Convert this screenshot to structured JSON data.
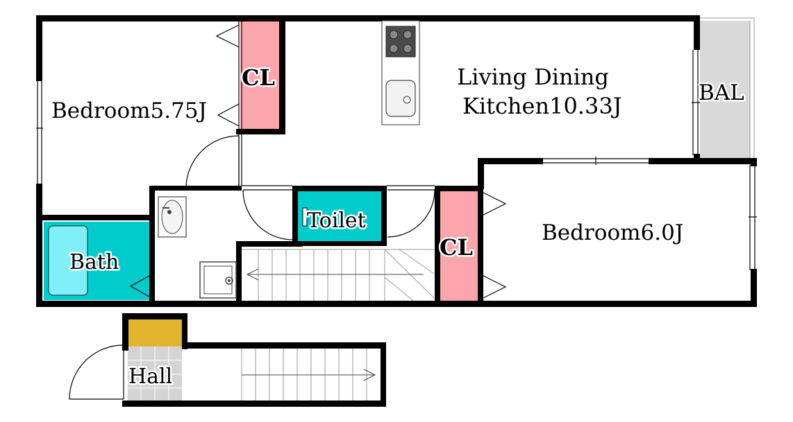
{
  "rooms": {
    "bedroom_west": {
      "label": "Bedroom5.75J"
    },
    "ldk_line1": {
      "label": "Living Dining"
    },
    "ldk_line2": {
      "label": "Kitchen10.33J"
    },
    "balcony": {
      "label": "BAL"
    },
    "bedroom_east": {
      "label": "Bedroom6.0J"
    },
    "closet_north": {
      "label": "CL"
    },
    "closet_east": {
      "label": "CL"
    },
    "toilet": {
      "label": "Toilet"
    },
    "bath": {
      "label": "Bath"
    },
    "hall": {
      "label": "Hall"
    }
  },
  "colors": {
    "closet": "#fba5ac",
    "wet_area": "#00cccc",
    "bathtub": "#7ff0f8",
    "balcony": "#d9d9d9",
    "storage": "#e2b42d",
    "hall_floor": "#d4d4d4"
  }
}
